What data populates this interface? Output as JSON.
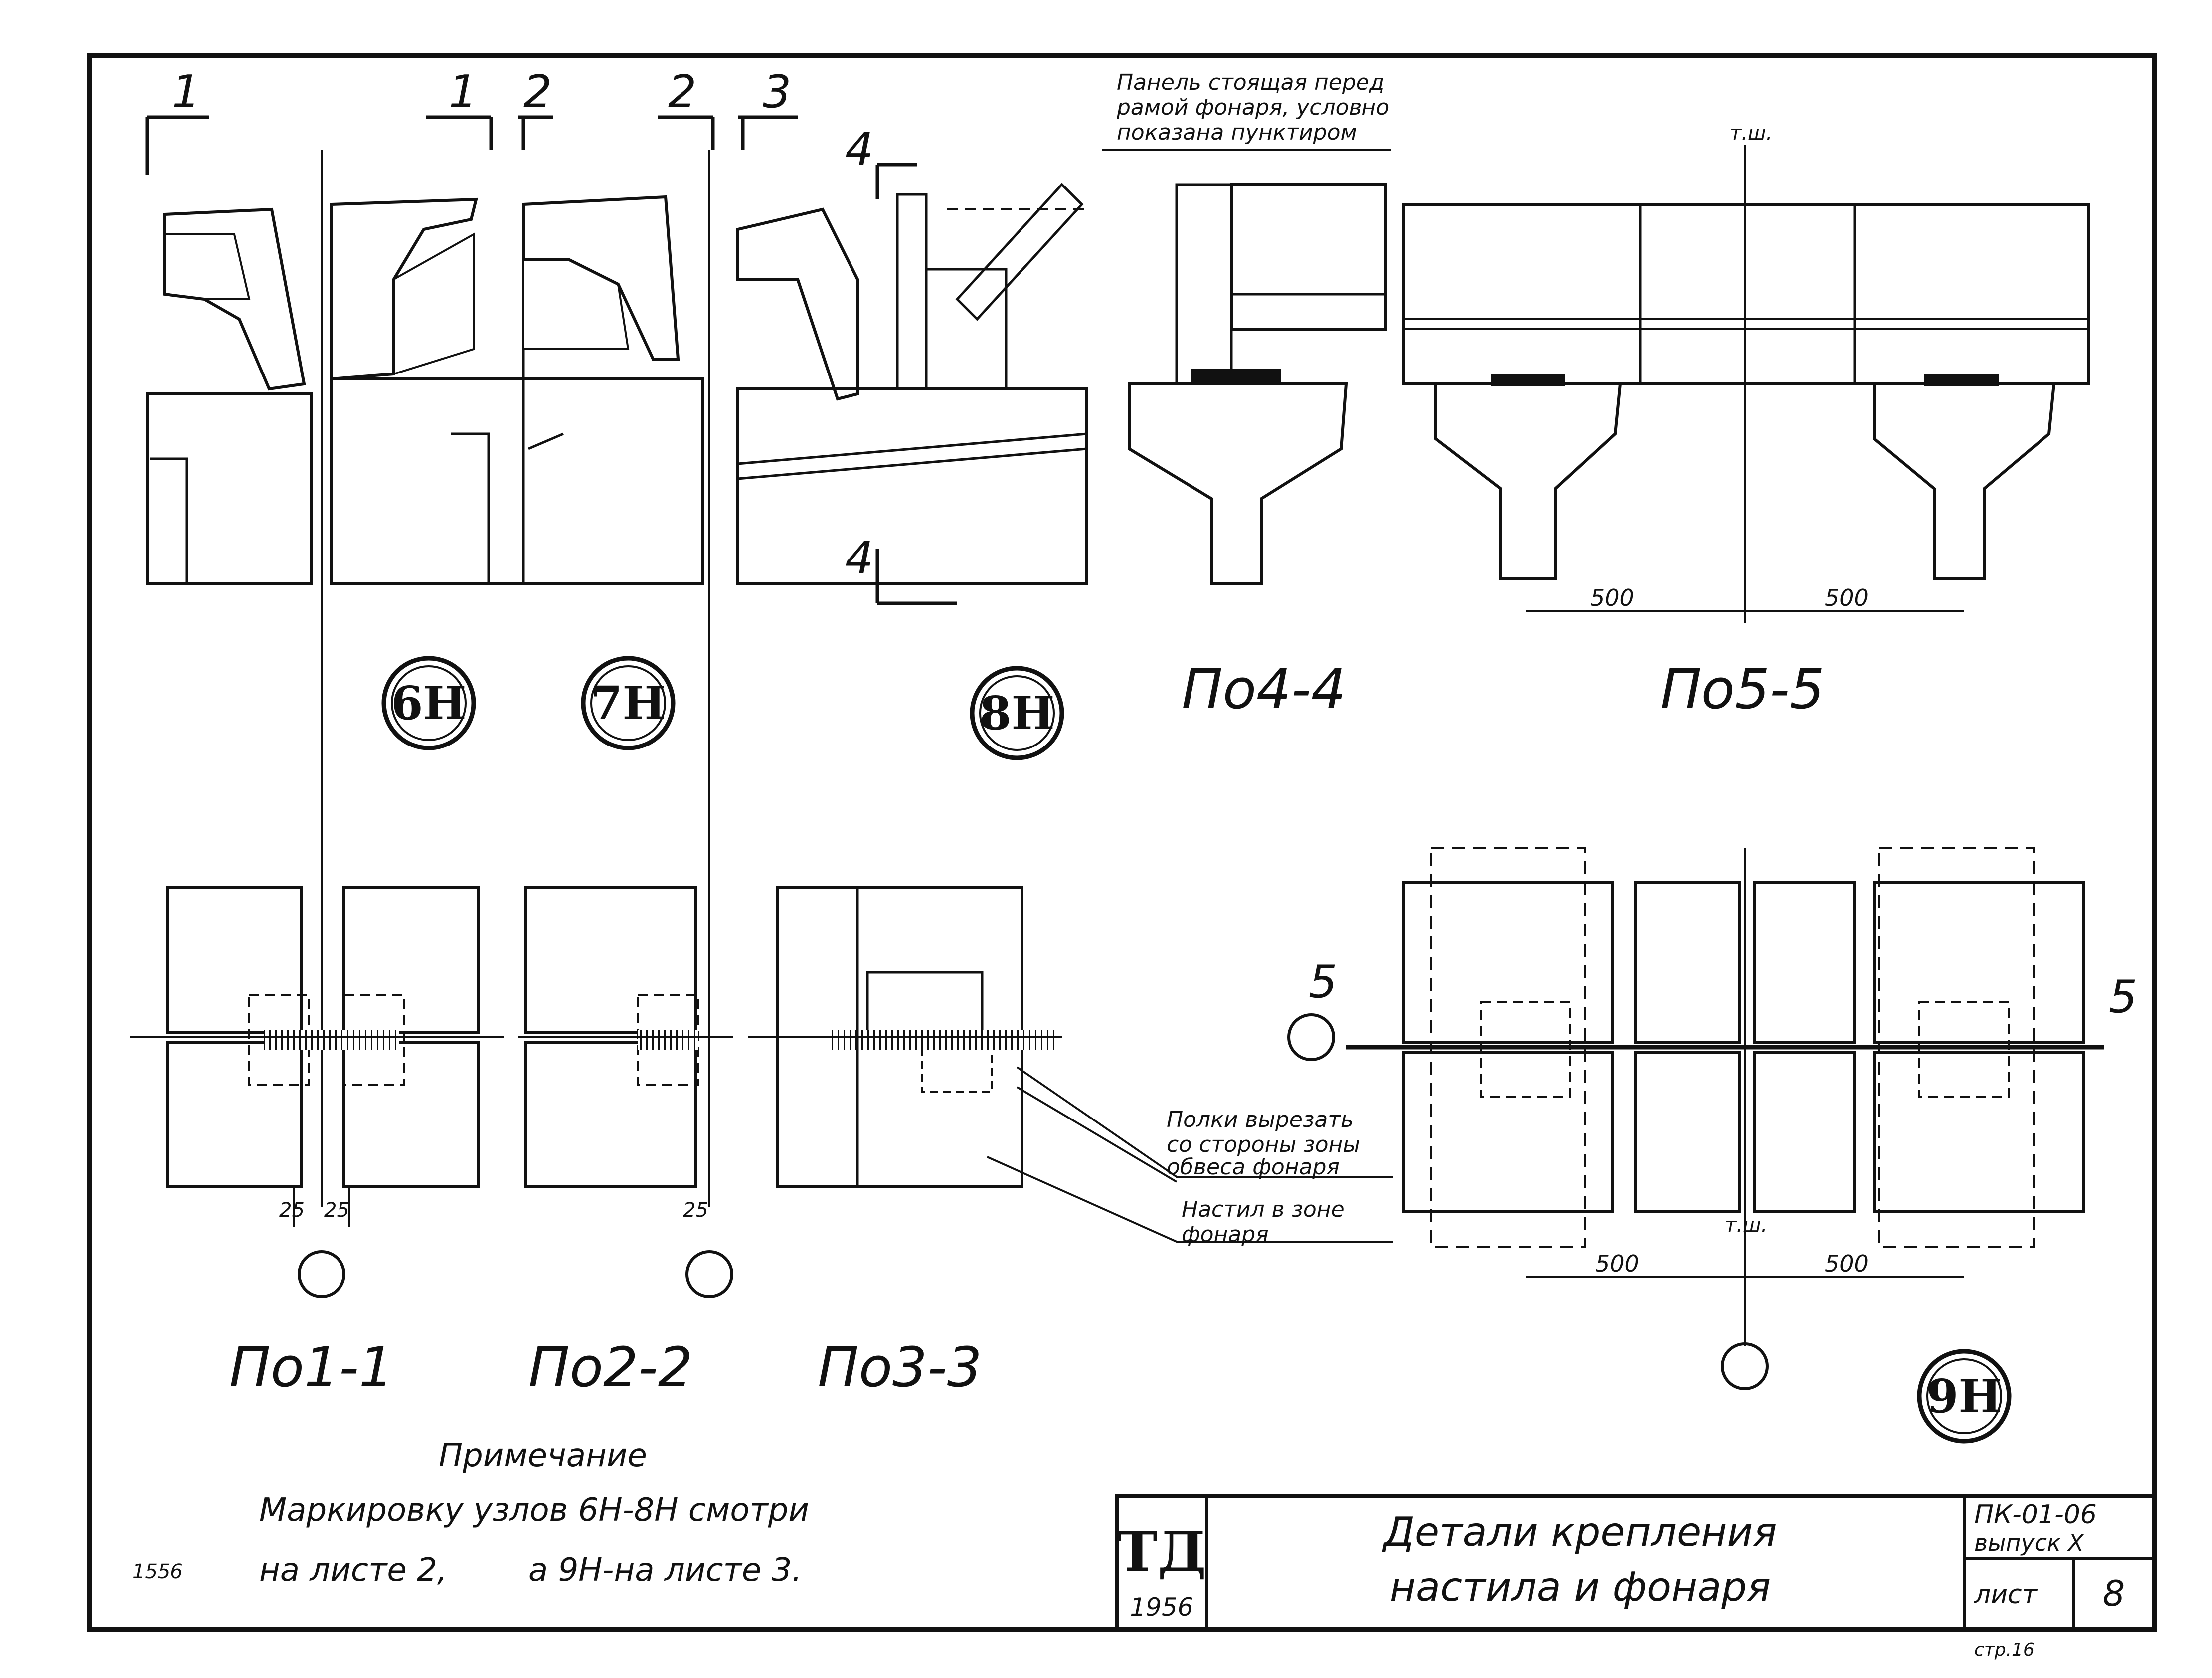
{
  "section_marks": {
    "m1a": "1",
    "m1b": "1",
    "m2a": "2",
    "m2b": "2",
    "m3": "3",
    "m4top": "4",
    "m4bot": "4",
    "m5left": "5",
    "m5right": "5"
  },
  "node_labels": {
    "n6": "6H",
    "n7": "7H",
    "n8": "8H",
    "n9": "9H"
  },
  "callouts": {
    "panel": [
      "Панель стоящая перед",
      "рамой фонаря, условно",
      "показана пунктиром"
    ],
    "shelves": [
      "Полки вырезать",
      "со стороны зоны",
      "обвеса фонаря"
    ],
    "deck": [
      "Настил в зоне",
      "фонаря"
    ]
  },
  "axis_marks": {
    "ts_top": "т.ш.",
    "ts_bottom": "т.ш."
  },
  "dimensions": {
    "d500a": "500",
    "d500b": "500",
    "d500c": "500",
    "d500d": "500",
    "d25a": "25",
    "d25b": "25",
    "d25c": "25"
  },
  "captions": {
    "c11": "По1-1",
    "c22": "По2-2",
    "c33": "По3-3",
    "c44": "По4-4",
    "c55": "По5-5"
  },
  "note": {
    "heading": "Примечание",
    "line1": "Маркировку узлов 6Н-8Н смотри",
    "line2_a": "на листе 2,",
    "line2_b": "а 9Н-на листе 3."
  },
  "margin_number": "1556",
  "title_block": {
    "org": "ТД",
    "year": "1956",
    "title_line1": "Детали крепления",
    "title_line2": "настила и фонаря",
    "series": "ПК-01-06",
    "issue": "выпуск Х",
    "sheet_label": "лист",
    "sheet_no": "8"
  },
  "page_stamp": "стр.16"
}
